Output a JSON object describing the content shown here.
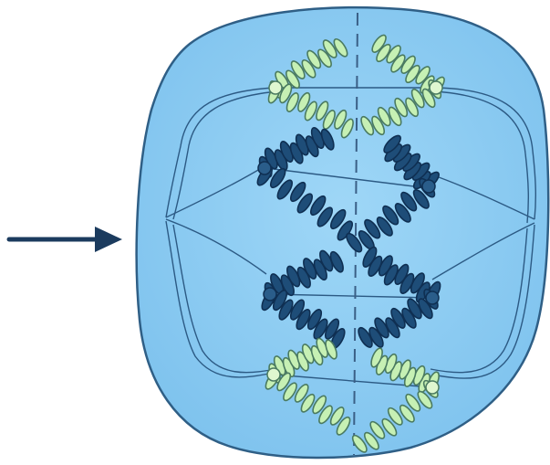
{
  "diagram": {
    "colors": {
      "background": "#ffffff",
      "cell_fill": "#8fcdf2",
      "cell_border": "#2f5f86",
      "spindle": "#2c5a84",
      "plate_line": "#3a5f86",
      "light_chromosome": "#c6f0b4",
      "light_chromosome_outline": "#4a7a60",
      "dark_chromosome": "#1e4d78",
      "dark_chromosome_outline": "#0f2f52",
      "arrow": "#1b3b5e"
    },
    "icons": {
      "pointer": "arrow-right-icon"
    },
    "chromosomes": [
      {
        "name": "chromosome-light-top-left",
        "shade": "light"
      },
      {
        "name": "chromosome-light-top-right",
        "shade": "light"
      },
      {
        "name": "chromosome-dark-upper-left",
        "shade": "dark"
      },
      {
        "name": "chromosome-dark-upper-right",
        "shade": "dark"
      },
      {
        "name": "chromosome-dark-lower-left",
        "shade": "dark"
      },
      {
        "name": "chromosome-dark-lower-right",
        "shade": "dark"
      },
      {
        "name": "chromosome-light-bottom-left",
        "shade": "light"
      },
      {
        "name": "chromosome-light-bottom-right",
        "shade": "light"
      }
    ]
  }
}
